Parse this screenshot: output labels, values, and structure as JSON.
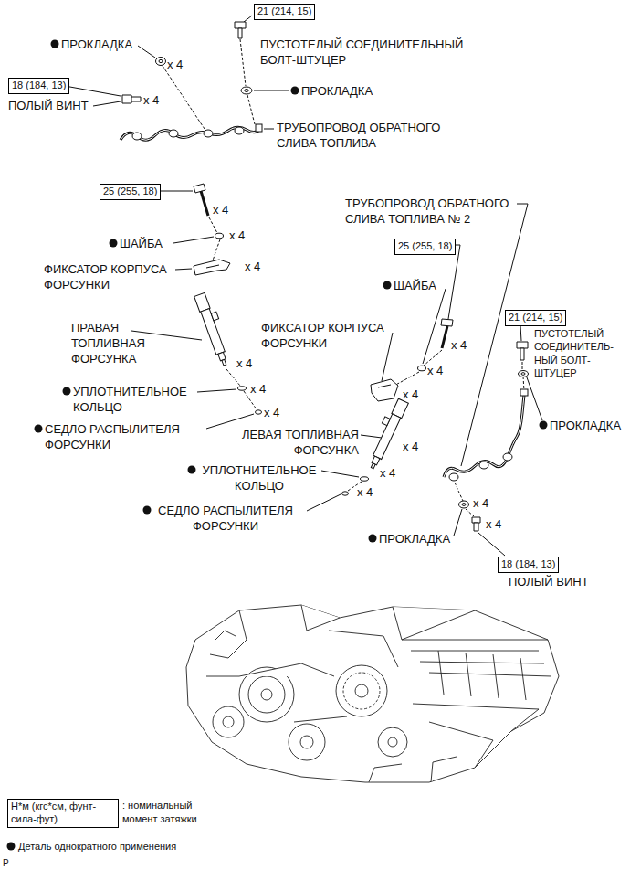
{
  "diagram": {
    "nodes": [
      {
        "text": [
          "21 (214, 15)"
        ]
      },
      {
        "text": [
          "18 (184, 13)"
        ]
      },
      {
        "text": [
          "25 (255, 18)"
        ]
      },
      {
        "text": [
          "25 (255, 18)"
        ]
      },
      {
        "text": [
          "21 (214, 15)"
        ]
      },
      {
        "text": [
          "18 (184, 13)"
        ]
      },
      {
        "text": [
          "Н*м (кгс*см, фунт- сила-фут)"
        ]
      }
    ],
    "labels": [
      "ПРОКЛАДКА",
      "ПУСТОТЕЛЫЙ СОЕДИНИТЕЛЬНЫЙ БОЛТ-ШТУЦЕР",
      "x 4",
      "ПРОКЛАДКА",
      "ПОЛЫЙ ВИНТ",
      "x 4",
      "ТРУБОПРОВОД ОБРАТНОГО СЛИВА ТОПЛИВА",
      "x 4",
      "ШАЙБА",
      "x 4",
      "ФИКСАТОР КОРПУСА ФОРСУНКИ",
      "x 4",
      "ПРАВАЯ ТОПЛИВНАЯ ФОРСУНКА",
      "x 4",
      "УПЛОТНИТЕЛЬНОЕ КОЛЬЦО",
      "x 4",
      "СЕДЛО РАСПЫЛИТЕЛЯ ФОРСУНКИ",
      "x 4",
      "ТРУБОПРОВОД ОБРАТНОГО СЛИВА ТОПЛИВА № 2",
      "ШАЙБА",
      "x 4",
      "ФИКСАТОР КОРПУСА ФОРСУНКИ",
      "x 4",
      "x 4",
      "ПУСТОТЕЛЫЙ СОЕДИНИТЕЛЬ- НЫЙ БОЛТ- ШТУЦЕР",
      "ПРОКЛАДКА",
      "ЛЕВАЯ ТОПЛИВНАЯ ФОРСУНКА",
      "x 4",
      "УПЛОТНИТЕЛЬНОЕ КОЛЬЦО",
      "x 4",
      "x 4",
      "СЕДЛО РАСПЫЛИТЕЛЯ ФОРСУНКИ",
      "x 4",
      "ПРОКЛАДКА",
      "x 4",
      "ПОЛЫЙ ВИНТ",
      "P"
    ],
    "legend": [
      {
        "text": ": номинальный момент затяжки"
      },
      {
        "text": "Деталь однократного применения"
      }
    ]
  }
}
